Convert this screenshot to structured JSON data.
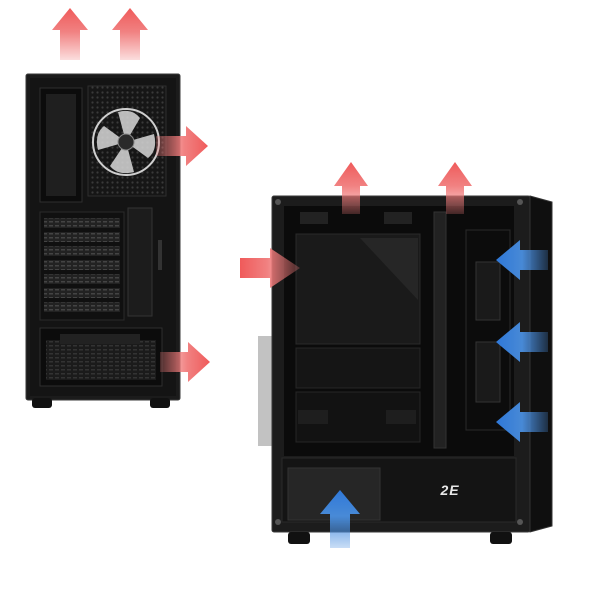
{
  "brand": {
    "logo_text": "2E"
  },
  "colors": {
    "background": "#ffffff",
    "case_body": "#1b1b1b",
    "case_dark": "#0c0c0c",
    "case_panel": "#2a2a2a",
    "exhaust_arrow": "#f07a7a",
    "intake_arrow": "#4a8fe0"
  },
  "airflow": {
    "exhaust_arrow_count": 7,
    "intake_arrow_count": 4
  },
  "icons": {
    "exhaust": "arrow-red-icon",
    "intake": "arrow-blue-icon",
    "fan": "case-fan-icon"
  }
}
